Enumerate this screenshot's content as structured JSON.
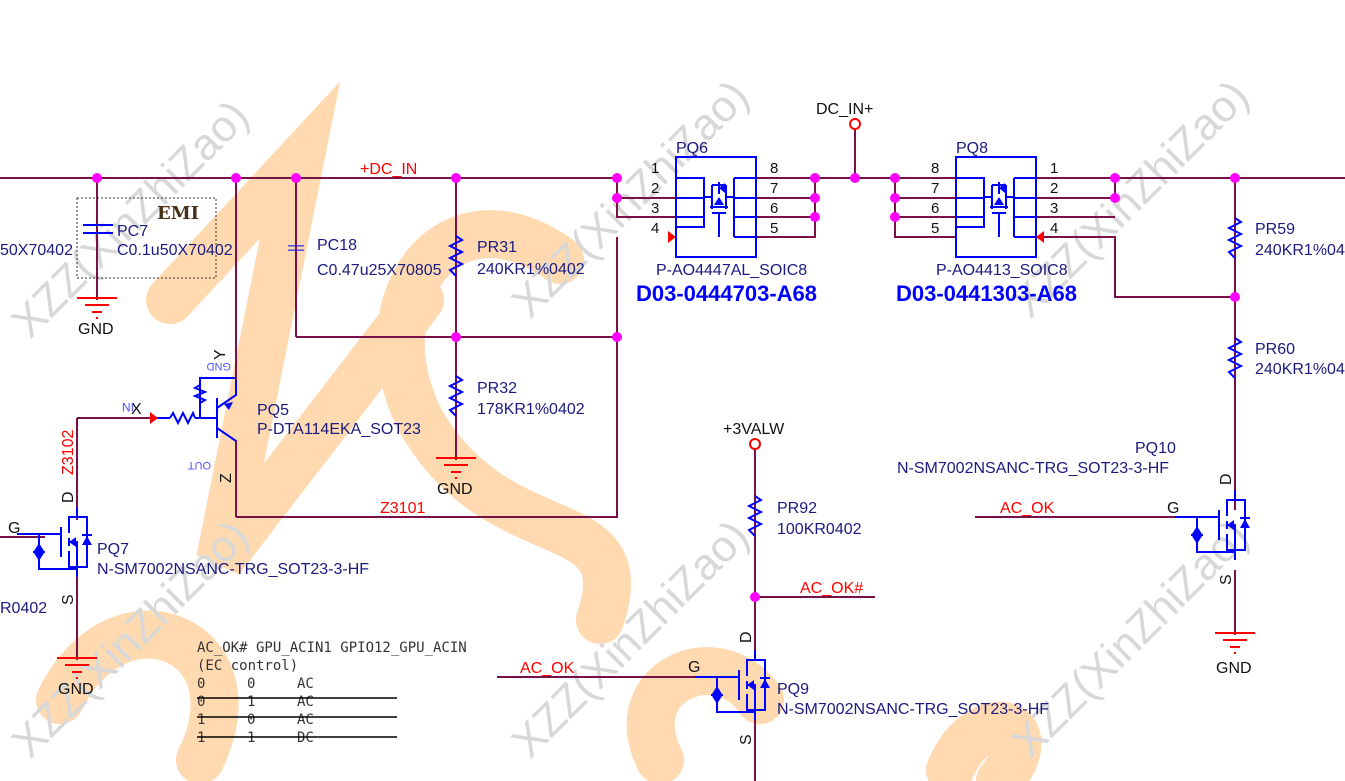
{
  "watermark": {
    "text": "XZZ(XinZhiZao)",
    "orange_color": "#ffd9b0"
  },
  "colors": {
    "wire": "#7a1048",
    "junction": "#ff00ff",
    "component": "#0000ff",
    "net_label": "#ff0000"
  },
  "nets": {
    "dc_in": "+DC_IN",
    "dc_in_plus": "DC_IN+",
    "z3101": "Z3101",
    "z3102": "Z3102",
    "valw": "+3VALW",
    "ac_ok_n": "AC_OK#",
    "ac_ok_1": "AC_OK",
    "ac_ok_2": "AC_OK",
    "gnd": "GND"
  },
  "components": {
    "pc7": {
      "ref": "PC7",
      "value": "C0.1u50X70402",
      "left_value": "50X70402",
      "emi": "EMI"
    },
    "pc18": {
      "ref": "PC18",
      "value": "C0.47u25X70805"
    },
    "pr31": {
      "ref": "PR31",
      "value": "240KR1%0402"
    },
    "pr32": {
      "ref": "PR32",
      "value": "178KR1%0402"
    },
    "pr59": {
      "ref": "PR59",
      "value": "240KR1%04"
    },
    "pr60": {
      "ref": "PR60",
      "value": "240KR1%04"
    },
    "pr92": {
      "ref": "PR92",
      "value": "100KR0402"
    },
    "pq5": {
      "ref": "PQ5",
      "value": "P-DTA114EKA_SOT23",
      "pin_x": "X",
      "pin_y": "Y",
      "pin_z": "Z",
      "pin_in": "IN",
      "pin_gnd": "GND",
      "pin_out": "OUT"
    },
    "pq6": {
      "ref": "PQ6",
      "value": "P-AO4447AL_SOIC8",
      "part": "D03-0444703-A68",
      "pins_left": [
        "1",
        "2",
        "3",
        "4"
      ],
      "pins_right": [
        "8",
        "7",
        "6",
        "5"
      ]
    },
    "pq8": {
      "ref": "PQ8",
      "value": "P-AO4413_SOIC8",
      "part": "D03-0441303-A68",
      "pins_left": [
        "8",
        "7",
        "6",
        "5"
      ],
      "pins_right": [
        "1",
        "2",
        "3",
        "4"
      ]
    },
    "pq7": {
      "ref": "PQ7",
      "value": "N-SM7002NSANC-TRG_SOT23-3-HF",
      "d": "D",
      "g": "G",
      "s": "S",
      "left_value": "R0402"
    },
    "pq9": {
      "ref": "PQ9",
      "value": "N-SM7002NSANC-TRG_SOT23-3-HF",
      "d": "D",
      "g": "G",
      "s": "S"
    },
    "pq10": {
      "ref": "PQ10",
      "value": "N-SM7002NSANC-TRG_SOT23-3-HF",
      "d": "D",
      "g": "G",
      "s": "S"
    }
  },
  "truth_table": {
    "header": "AC_OK# GPU_ACIN1 GPIO12_GPU_ACIN",
    "subheader": "(EC control)",
    "rows": [
      {
        "a": "0",
        "b": "0",
        "c": "AC"
      },
      {
        "a": "0",
        "b": "1",
        "c": "AC"
      },
      {
        "a": "1",
        "b": "0",
        "c": "AC"
      },
      {
        "a": "1",
        "b": "1",
        "c": "DC"
      }
    ]
  }
}
